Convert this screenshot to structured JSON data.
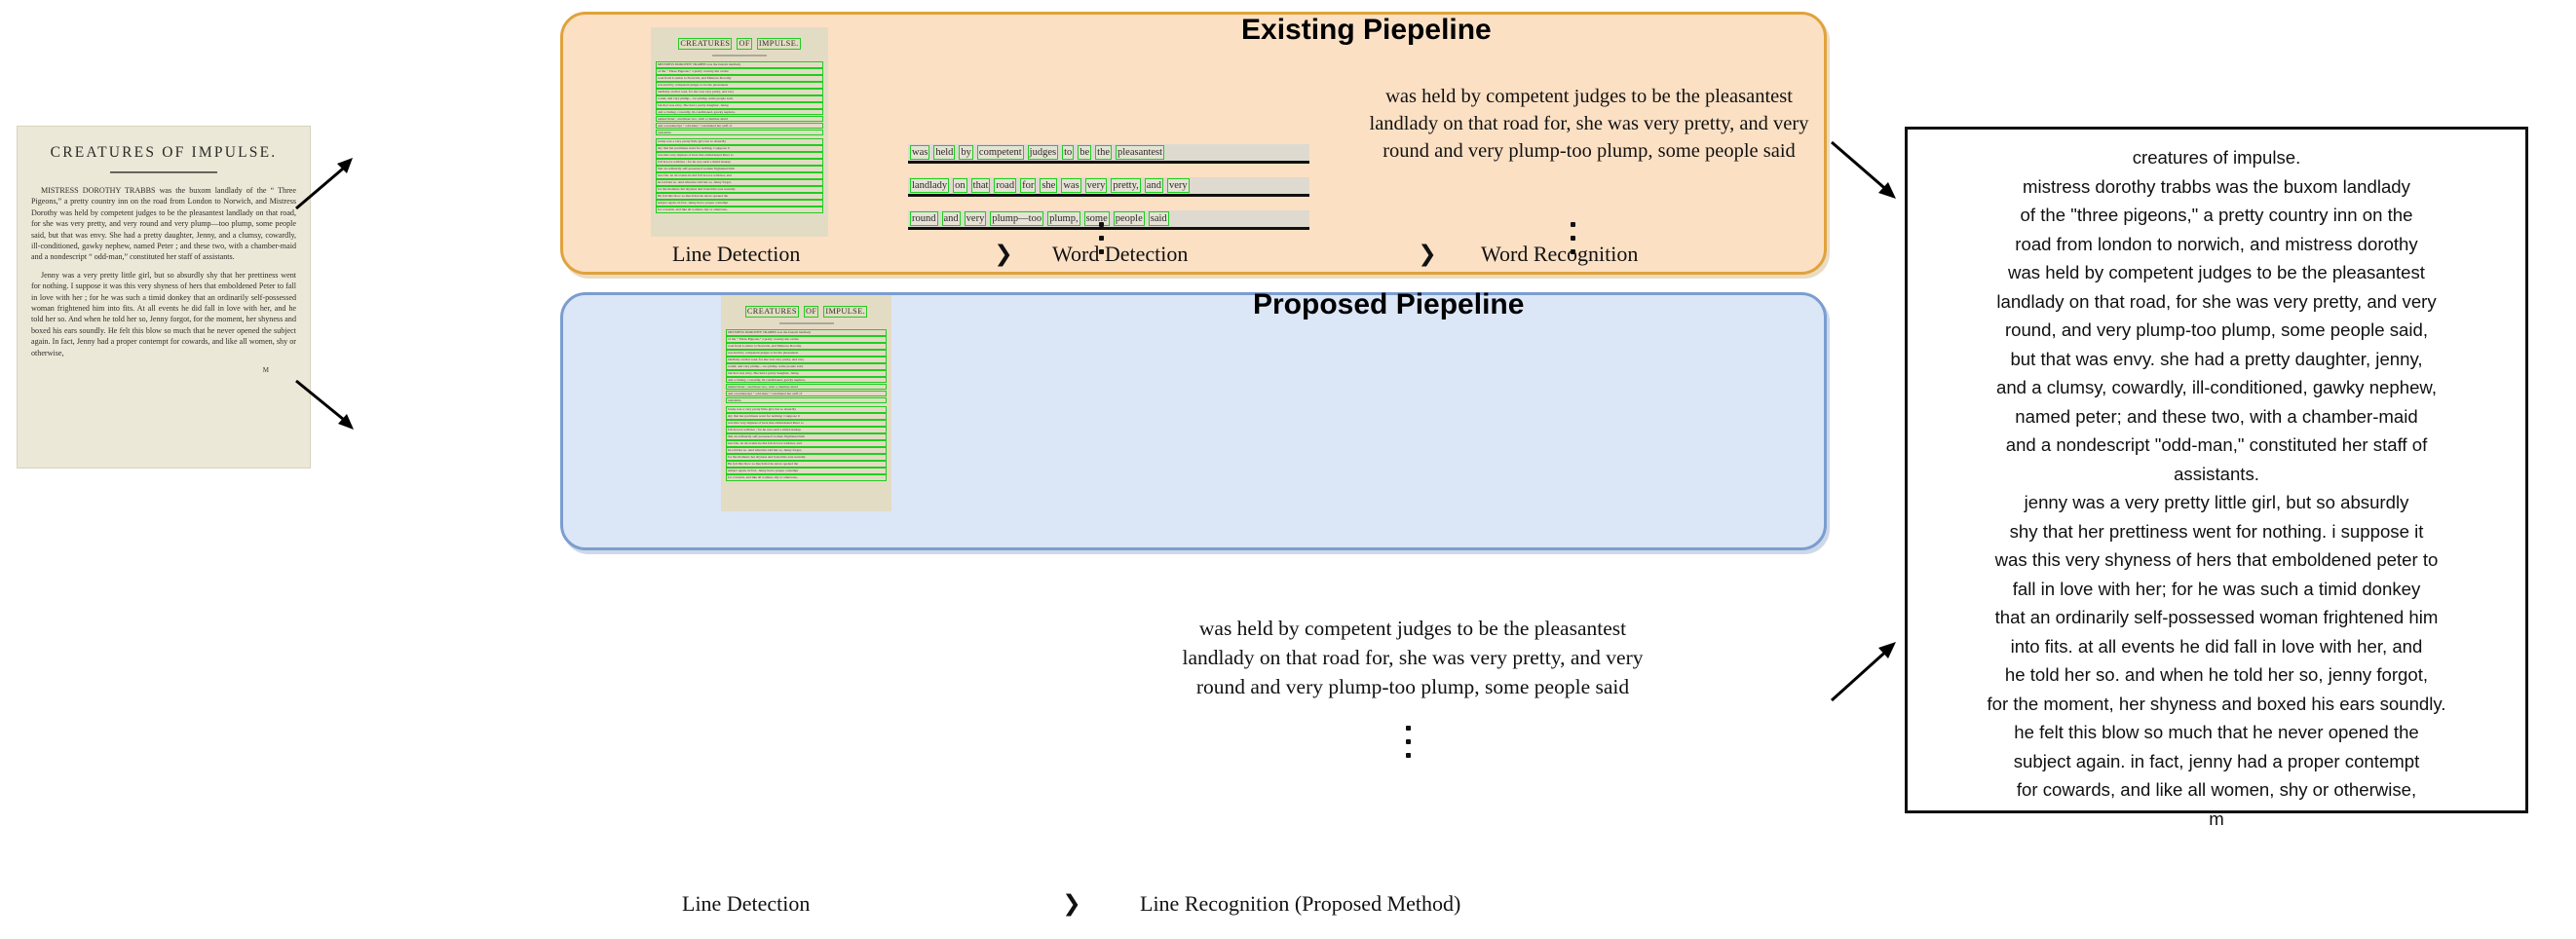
{
  "input_scan": {
    "title": "CREATURES OF IMPULSE.",
    "paragraphs": [
      "MISTRESS DOROTHY TRABBS was the buxom landlady of the “ Three Pigeons,” a pretty country inn on the road from London to Norwich, and Mistress Dorothy was held by competent judges to be the pleasantest landlady on that road, for she was very pretty, and very round and very plump—too plump, some people said, but that was envy.  She had a pretty daughter, Jenny, and a clumsy, cowardly, ill-conditioned, gawky nephew, named Peter ; and these two, with a chamber-maid and a nondescript “ odd-man,” constituted her staff of assistants.",
      "Jenny was a very pretty little girl, but so absurdly shy that her prettiness went for nothing.  I suppose it was this very shyness of hers that emboldened Peter to fall in love with her ; for he was such a timid donkey that an ordinarily self-possessed woman frightened him into fits.  At all events he did fall in love with her, and he told her so.  And when he told her so, Jenny forgot, for the moment, her shyness and boxed his ears soundly. He felt this blow so much that he never opened the subject again.  In fact, Jenny had a proper contempt for cowards, and like all women, shy or otherwise,"
    ],
    "signature": "M"
  },
  "existing_pipeline": {
    "title": "Existing Piepeline",
    "accent_color": "#e0a23c",
    "background_color": "#fce0c4",
    "detection_box_color": "#19d119",
    "thumbnail": {
      "title_words": [
        "CREATURES",
        "OF",
        "IMPULSE."
      ],
      "detected_lines": [
        "MISTRESS DOROTHY TRABBS was the buxom landlady",
        "of the “ Three Pigeons,” a pretty country inn on the",
        "road from London to Norwich, and Mistress Dorothy",
        "was held by competent judges to be the pleasantest",
        "landlady on that road, for she was very pretty, and very",
        "round, and very plump—too plump, some people said,",
        "but that was envy.  She had a pretty daughter, Jenny,",
        "and a clumsy, cowardly, ill-conditioned, gawky nephew,",
        "named Peter ;  and these two, with a chamber-maid",
        "and a nondescript “ odd-man,” constituted her staff of",
        "assistants.",
        "Jenny was a very pretty little girl, but so absurdly",
        "shy that her prettiness went for nothing.  I suppose it",
        "was this very shyness of hers that emboldened Peter to",
        "fall in love with her ; for he was such a timid donkey",
        "that an ordinarily self-possessed woman frightened him",
        "into fits.   At all events he did fall in love with her, and",
        "he told her so.   And when he told her so, Jenny forgot,",
        "for the moment, her shyness and boxed his ears soundly.",
        "He felt this blow so much that he never opened the",
        "subject again.  In fact, Jenny had a proper contempt",
        "for cowards, and like all women, shy or otherwise,"
      ]
    },
    "word_detection": {
      "lines": [
        [
          "was",
          "held",
          "by",
          "competent",
          "judges",
          "to",
          "be",
          "the",
          "pleasantest"
        ],
        [
          "landlady",
          "on",
          "that",
          "road",
          "for",
          "she",
          "was",
          "very",
          "pretty,",
          "and",
          "very"
        ],
        [
          "round",
          "and",
          "very",
          "plump—too",
          "plump,",
          "some",
          "people",
          "said"
        ]
      ]
    },
    "recognized_text": "was held by competent judges to be the pleasantest\nlandlady on that road for, she was very pretty, and very\nround and very plump-too plump, some people said",
    "steps": {
      "step1": "Line Detection",
      "chevron1": "❯",
      "step2": "Word Detection",
      "chevron2": "❯",
      "step3": "Word Recognition"
    }
  },
  "proposed_pipeline": {
    "title": "Proposed Piepeline",
    "accent_color": "#7b9dd0",
    "background_color": "#dbe6f7",
    "detection_box_color": "#19d119",
    "thumbnail": {
      "title_words": [
        "CREATURES",
        "OF",
        "IMPULSE."
      ],
      "detected_lines": [
        "MISTRESS DOROTHY TRABBS was the buxom landlady",
        "of the “ Three Pigeons,” a pretty country inn on the",
        "road from London to Norwich, and Mistress Dorothy",
        "was held by competent judges to be the pleasantest",
        "landlady on that road, for she was very pretty, and very",
        "round, and very plump—too plump, some people said,",
        "but that was envy.  She had a pretty daughter, Jenny,",
        "and a clumsy, cowardly, ill-conditioned, gawky nephew,",
        "named Peter ;  and these two, with a chamber-maid",
        "and a nondescript “ odd-man,” constituted her staff of",
        "assistants.",
        "Jenny was a very pretty little girl, but so absurdly",
        "shy that her prettiness went for nothing.  I suppose it",
        "was this very shyness of hers that emboldened Peter to",
        "fall in love with her ; for he was such a timid donkey",
        "that an ordinarily self-possessed woman frightened him",
        "into fits.   At all events he did fall in love with her, and",
        "he told her so.   And when he told her so, Jenny forgot,",
        "for the moment, her shyness and boxed his ears soundly.",
        "He felt this blow so much that he never opened the",
        "subject again.  In fact, Jenny had a proper contempt",
        "for cowards, and like all women, shy or otherwise,"
      ]
    },
    "recognized_text": "was held by competent judges to be the pleasantest\nlandlady on that road for, she was very pretty, and very\nround and very plump-too plump, some people said",
    "steps": {
      "step1": "Line Detection",
      "chevron1": "❯",
      "step2": "Line Recognition (Proposed Method)"
    }
  },
  "output_box": {
    "text": "creatures of impulse.\nmistress dorothy trabbs was the buxom landlady\nof the \"three pigeons,\" a pretty country inn on the\nroad from london to norwich, and mistress dorothy\nwas held by competent judges to be the pleasantest\nlandlady on that road, for she was very pretty, and very\nround, and very plump-too plump, some people said,\nbut that was envy. she had a pretty daughter, jenny,\nand a clumsy, cowardly, ill-conditioned, gawky nephew,\nnamed peter; and these two, with a chamber-maid\nand a nondescript \"odd-man,\" constituted her staff of\nassistants.\njenny was a very pretty little girl, but so absurdly\nshy that her prettiness went for nothing. i suppose it\nwas this very shyness of hers that emboldened peter to\nfall in love with her; for he was such a timid donkey\nthat an ordinarily self-possessed woman frightened him\ninto fits. at all events he did fall in love with her, and\nhe told her so. and when he told her so, jenny forgot,\nfor the moment, her shyness and boxed his ears soundly.\nhe felt this blow so much that he never opened the\nsubject again. in fact, jenny had a proper contempt\nfor cowards, and like all women, shy or otherwise,\nm"
  },
  "icons": {
    "chevron": "❯",
    "ellipsis_dot": "▪"
  }
}
